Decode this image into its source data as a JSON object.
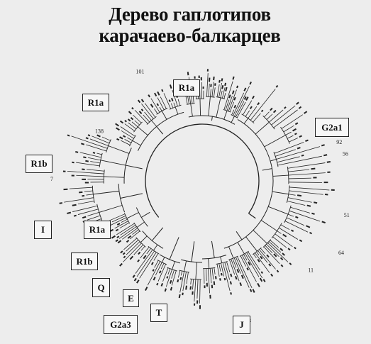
{
  "title": {
    "line1": "Дерево гаплотипов",
    "line2": "карачаево-балкарцев"
  },
  "haplogroups": [
    "R1a",
    "R1a",
    "G2a1",
    "R1b",
    "I",
    "R1a",
    "R1b",
    "Q",
    "E",
    "T",
    "G2a3",
    "J"
  ],
  "tip_numbers": [
    "7",
    "13",
    "64",
    "11",
    "51",
    "56",
    "101",
    "138",
    "92"
  ],
  "colors": {
    "background": "#ededed",
    "ink": "#222222"
  }
}
